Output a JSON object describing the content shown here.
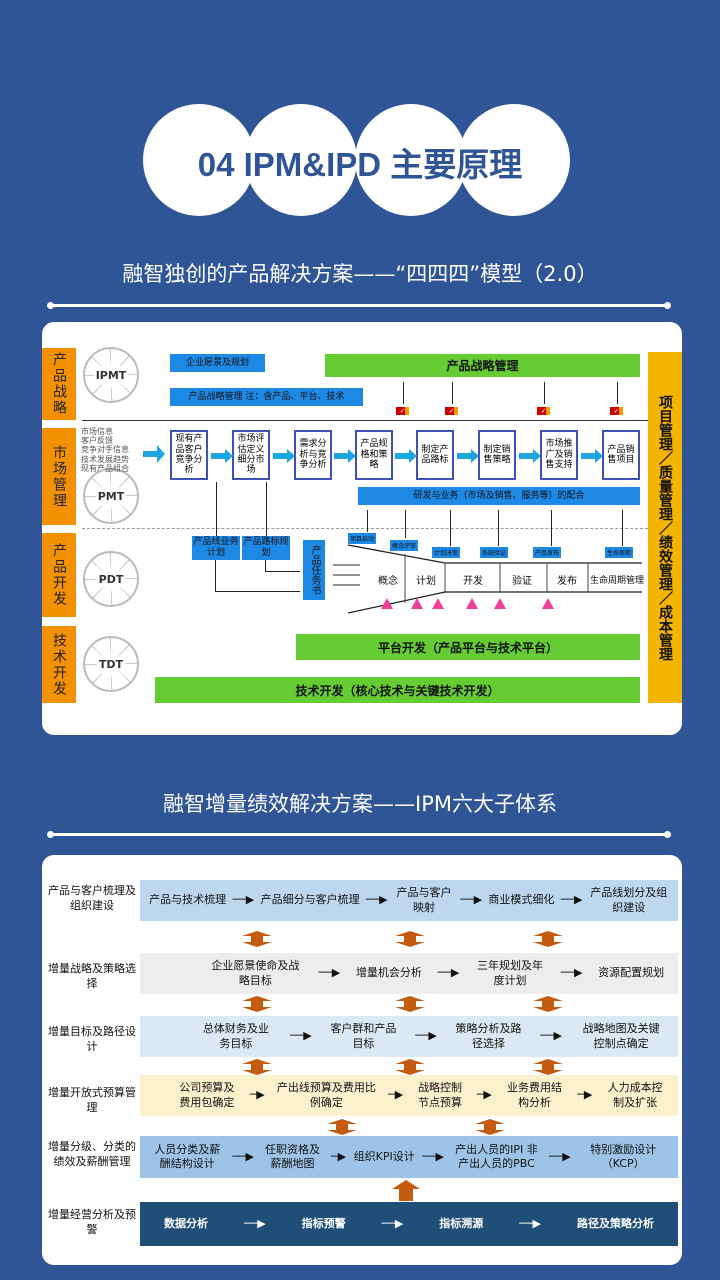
{
  "header": {
    "title": "04 IPM&IPD 主要原理"
  },
  "section1": {
    "title": "融智独创的产品解决方案——“四四四”模型（2.0）",
    "rows": [
      "产品战略",
      "市场管理",
      "产品开发",
      "技术开发"
    ],
    "teams": [
      "IPMT",
      "PMT",
      "PDT",
      "TDT"
    ],
    "side_bar": "项目管理／质量管理／绩效管理／成本管理",
    "vision": "企业愿景及规划",
    "strategy_note": "产品战略管理 注：含产品、平台、技术",
    "strategy_green": "产品战略管理",
    "market_inputs": [
      "市场信息",
      "客户反馈",
      "竞争对手信息",
      "技术发展趋势",
      "现有产品组合"
    ],
    "process": [
      "现有产品客户竞争分析",
      "市场评估定义细分市场",
      "需求分析与竞争分析",
      "产品规格和策略",
      "制定产品路标",
      "制定销售策略",
      "市场推广及销售支持",
      "产品销售项目"
    ],
    "coordination": "研发与业务（市场及销售、服务等）的配合",
    "plan_boxes": [
      "产品线业务计划",
      "产品路标规划"
    ],
    "charter": "产品任务书",
    "milestones": [
      "项目启动",
      "概念评审",
      "计划决策",
      "系统验证",
      "产品发布",
      "生命周期"
    ],
    "stages": [
      "概念",
      "计划",
      "开发",
      "验证",
      "发布",
      "生命周期管理"
    ],
    "platform": "平台开发（产品平台与技术平台）",
    "tech": "技术开发（核心技术与关键技术开发）"
  },
  "section2": {
    "title": "融智增量绩效解决方案——IPM六大子体系",
    "rows": [
      {
        "label": "产品与客户梳理及组织建设",
        "items": [
          "产品与技术梳理",
          "产品细分与客户梳理",
          "产品与客户映射",
          "商业模式细化",
          "产品线划分及组织建设"
        ]
      },
      {
        "label": "增量战略及策略选择",
        "items": [
          "企业愿景使命及战略目标",
          "增量机会分析",
          "三年规划及年度计划",
          "资源配置规划"
        ]
      },
      {
        "label": "增量目标及路径设计",
        "items": [
          "总体财务及业务目标",
          "客户群和产品目标",
          "策略分析及路径选择",
          "战略地图及关键控制点确定"
        ]
      },
      {
        "label": "增量开放式预算管理",
        "items": [
          "公司预算及费用包确定",
          "产出线预算及费用比例确定",
          "战略控制节点预算",
          "业务费用结构分析",
          "人力成本控制及扩张"
        ]
      },
      {
        "label": "增量分级、分类的绩效及薪酬管理",
        "items": [
          "人员分类及薪酬结构设计",
          "任职资格及薪酬地图",
          "组织KPI设计",
          "产出人员的IPI 非产出人员的PBC",
          "特别激励设计（KCP）"
        ]
      },
      {
        "label": "增量经营分析及预警",
        "items": [
          "数据分析",
          "指标预警",
          "指标溯源",
          "路径及策略分析"
        ]
      }
    ]
  },
  "colors": {
    "background": "#2f5597",
    "orange": "#f39100",
    "green": "#66cc33",
    "blue": "#1e88e5",
    "navy": "#1f4e79"
  }
}
